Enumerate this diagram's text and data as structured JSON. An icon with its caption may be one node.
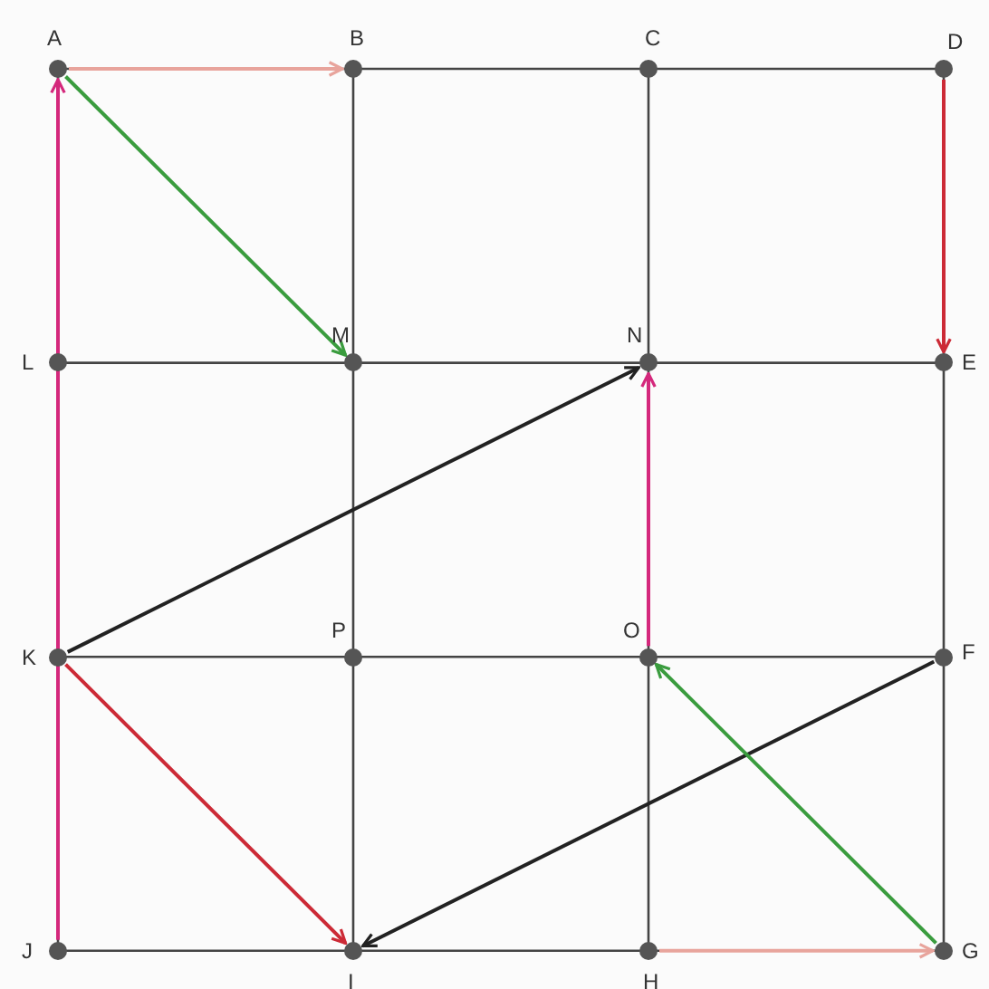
{
  "diagram": {
    "nodes": [
      {
        "text": [
          "A"
        ]
      },
      {
        "text": [
          "B"
        ]
      },
      {
        "text": [
          "C"
        ]
      },
      {
        "text": [
          "D"
        ]
      },
      {
        "text": [
          "L"
        ]
      },
      {
        "text": [
          "M"
        ]
      },
      {
        "text": [
          "N"
        ]
      },
      {
        "text": [
          "E"
        ]
      },
      {
        "text": [
          "K"
        ]
      },
      {
        "text": [
          "P"
        ]
      },
      {
        "text": [
          "O"
        ]
      },
      {
        "text": [
          "F"
        ]
      },
      {
        "text": [
          "J"
        ]
      },
      {
        "text": [
          "I"
        ]
      },
      {
        "text": [
          "H"
        ]
      },
      {
        "text": [
          "G"
        ]
      }
    ],
    "edges": [
      {
        "from": 0,
        "to": 1,
        "arrow": "to",
        "color": "#e8a49c"
      },
      {
        "from": 0,
        "to": 5,
        "arrow": "to",
        "color": "#3a9c3e"
      },
      {
        "from": 3,
        "to": 7,
        "arrow": "to",
        "color": "#cc2a36"
      },
      {
        "from": 12,
        "to": 0,
        "arrow": "to",
        "color": "#d4287c"
      },
      {
        "from": 8,
        "to": 6,
        "arrow": "to",
        "color": "#222222"
      },
      {
        "from": 10,
        "to": 6,
        "arrow": "to",
        "color": "#d4287c"
      },
      {
        "from": 8,
        "to": 13,
        "arrow": "to",
        "color": "#cc2a36"
      },
      {
        "from": 11,
        "to": 13,
        "arrow": "to",
        "color": "#222222"
      },
      {
        "from": 15,
        "to": 10,
        "arrow": "to",
        "color": "#3a9c3e"
      },
      {
        "from": 14,
        "to": 15,
        "arrow": "to",
        "color": "#e8a49c"
      }
    ]
  }
}
